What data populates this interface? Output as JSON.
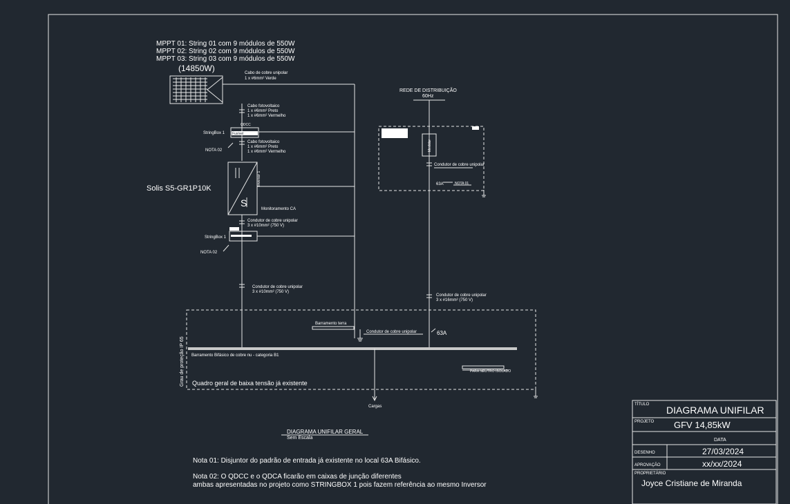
{
  "pv": {
    "mppt1": "MPPT 01: String 01 com 9 módulos de 550W",
    "mppt2": "MPPT 02: String 02 com 9 módulos de 550W",
    "mppt3": "MPPT 03: String 03 com 9 módulos de 550W",
    "power": "(14850W)",
    "cable_title": "Cabo de cobre unipolar",
    "cable_spec": "1 x #6mm² Verde"
  },
  "dc": {
    "cable1_title": "Cabo fotovoltaico",
    "cable1_l1": "1 x #6mm² Preto",
    "cable1_l2": "1 x #6mm² Vermelho",
    "sb_top": "QDCC",
    "sb_label": "StringBox 1",
    "sb_inner": "Fusível",
    "nota02": "NOTA 02",
    "cable2_title": "Cabo fotovoltaico",
    "cable2_l1": "1 x #6mm² Preto",
    "cable2_l2": "1 x #6mm² Vermelho"
  },
  "inverter": {
    "model": "Solis S5-GR1P10K",
    "monitor": "Monitoramento CA",
    "side": "Inversor 1"
  },
  "ac": {
    "cond1_title": "Condutor de cobre unipolar",
    "cond1_spec": "3 x #10mm² (750 V)",
    "sb2_label": "StringBox 1",
    "nota02": "NOTA 02",
    "cond2_title": "Condutor de cobre unipolar",
    "cond2_spec": "3 x #10mm² (750 V)"
  },
  "grid": {
    "title": "REDE DE DISTRIBUIÇÃO",
    "freq": "60Hz",
    "meter": "Medidor",
    "cond_title": "Condutor de cobre unipolar",
    "breaker": "63A",
    "nota01": "NOTA 01",
    "cond2_title": "Condutor de cobre unipolar",
    "cond2_spec": "3 x #16mm² (750 V)"
  },
  "qgbt": {
    "terra": "Barramento terra",
    "cond_terra": "Condutor de cobre unipolar",
    "breaker": "63A",
    "bar_label": "Barramento Bifásico de cobre nu - categoria B1",
    "neutral": "PARA NEUTRO ISOLADO",
    "side": "Grau de proteção IP 65",
    "title": "Quadro geral de baixa tensão já existente",
    "loads": "Cargas"
  },
  "caption": {
    "title": "DIAGRAMA UNIFILAR GERAL",
    "scale": "Sem Escala"
  },
  "notes": {
    "n1": "Nota 01: Disjuntor do padrão de entrada já existente no local 63A Bifásico.",
    "n2a": "Nota 02: O QDCC e o  QDCA ficarão em caixas de junção diferentes",
    "n2b": "ambas apresentadas no projeto como STRINGBOX 1 pois fazem referência ao mesmo Inversor"
  },
  "titleblock": {
    "titulo_lbl": "TÍTULO",
    "titulo": "DIAGRAMA UNIFILAR",
    "projeto_lbl": "PROJETO",
    "projeto": "GFV 14,85kW",
    "data_lbl": "DATA",
    "desenho_lbl": "DESENHO",
    "desenho": "27/03/2024",
    "aprovacao_lbl": "APROVAÇÃO",
    "aprovacao": "xx/xx/2024",
    "proprietario_lbl": "PROPRIETÁRIO",
    "proprietario": "Joyce Cristiane de Miranda"
  }
}
